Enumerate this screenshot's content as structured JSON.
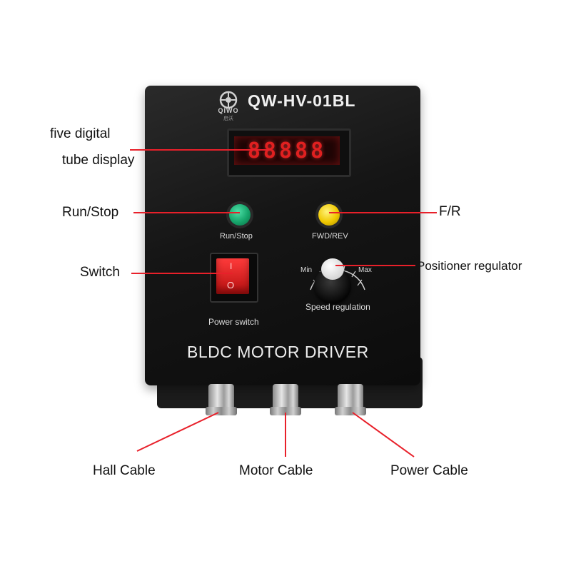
{
  "device": {
    "logo_text": "QIWO",
    "logo_subtext": "启沃",
    "model": "QW-HV-01BL",
    "display_digits": "88888",
    "run_stop_label": "Run/Stop",
    "fwd_rev_label": "FWD/REV",
    "switch_on_symbol": "I",
    "switch_off_symbol": "O",
    "power_switch_label": "Power switch",
    "knob_min_label": "Min",
    "knob_max_label": "Max",
    "speed_label": "Speed regulation",
    "footer": "BLDC MOTOR DRIVER"
  },
  "annotations": {
    "display_line1": "five digital",
    "display_line2": "tube display",
    "run_stop": "Run/Stop",
    "switch": "Switch",
    "fr": "F/R",
    "positioner": "Positioner regulator",
    "hall_cable": "Hall Cable",
    "motor_cable": "Motor Cable",
    "power_cable": "Power Cable"
  },
  "colors": {
    "leader_line": "#e8202a",
    "led_red": "#e02020",
    "run_button": "#16a56b",
    "fwd_button": "#f0c800",
    "rocker": "#e02020"
  }
}
